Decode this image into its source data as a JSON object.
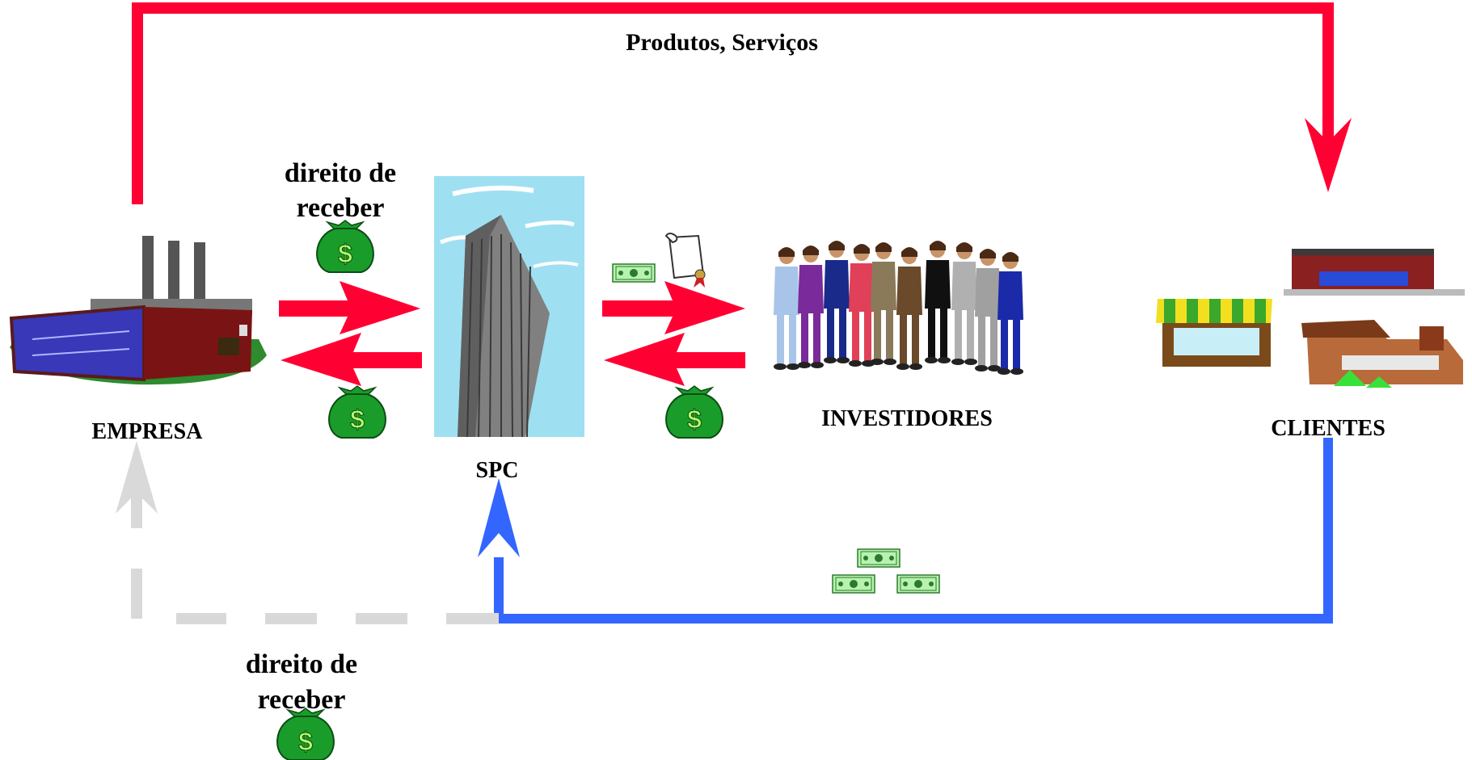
{
  "labels": {
    "top_flow": "Produtos, Serviços",
    "empresa": "EMPRESA",
    "spc": "SPC",
    "investidores": "INVESTIDORES",
    "clientes": "CLIENTES",
    "rights_top_line1": "direito de",
    "rights_top_line2": "receber",
    "rights_bottom_line1": "direito de",
    "rights_bottom_line2": "receber"
  },
  "colors": {
    "red_flow": "#ff0033",
    "blue_flow": "#3366ff",
    "gray_flow": "#d9d9d9",
    "money_green": "#1a9c2a"
  },
  "icons": {
    "empresa": "factory-icon",
    "spc": "skyscraper-icon",
    "investidores": "business-people-icon",
    "clientes": "shops-icon",
    "money": "money-bag-icon",
    "bill": "dollar-bill-icon",
    "certificate": "certificate-scroll-icon"
  }
}
